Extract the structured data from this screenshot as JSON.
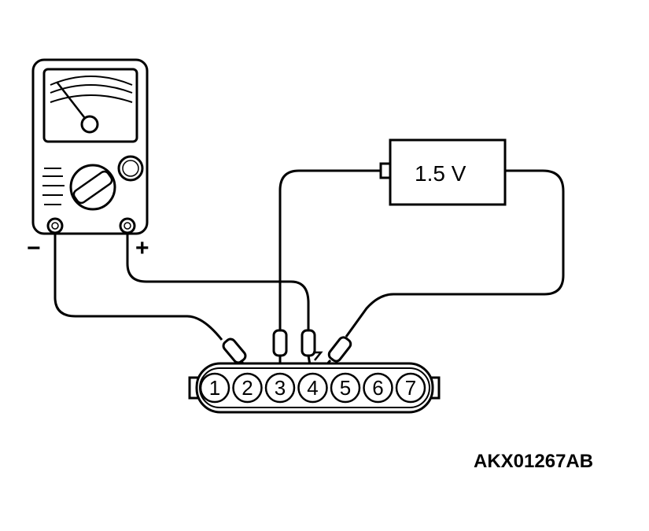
{
  "battery": {
    "label": "1.5 V"
  },
  "multimeter": {
    "negative_label": "−",
    "positive_label": "+"
  },
  "connector": {
    "pins": [
      "1",
      "2",
      "3",
      "4",
      "5",
      "6",
      "7"
    ]
  },
  "figure_code": "AKX01267AB",
  "colors": {
    "stroke": "#000000",
    "background": "#ffffff"
  }
}
